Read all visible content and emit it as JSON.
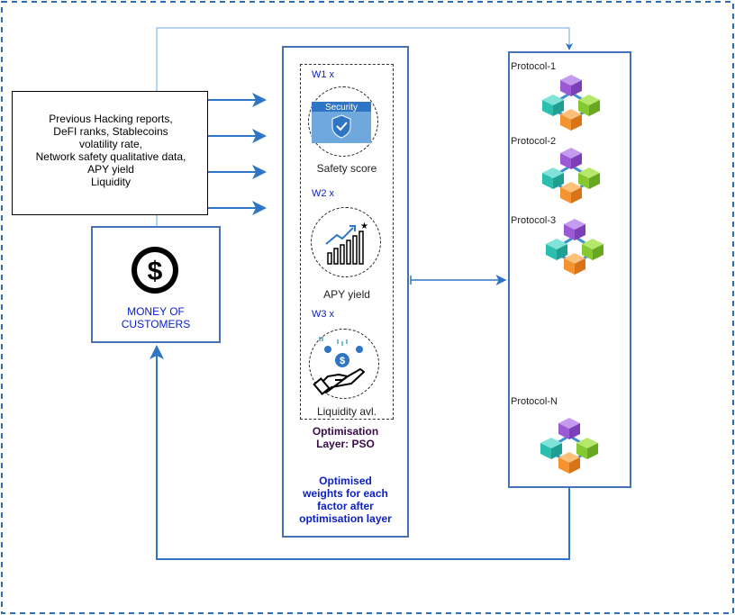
{
  "inputs": {
    "lines": [
      "Previous Hacking reports,",
      "DeFI ranks, Stablecoins",
      "volatility rate,",
      "Network safety qualitative data,",
      "APY yield",
      "Liquidity"
    ]
  },
  "money": {
    "icon": "dollar-coin-icon",
    "line1": "MONEY OF",
    "line2": "CUSTOMERS"
  },
  "optimisation": {
    "factors": [
      {
        "weight": "W1 x",
        "label": "Safety score",
        "icon": "security-shield-icon",
        "badge": "Security"
      },
      {
        "weight": "W2 x",
        "label": "APY yield",
        "icon": "growth-chart-icon"
      },
      {
        "weight": "W3 x",
        "label": "Liquidity avl.",
        "icon": "hand-coin-icon"
      }
    ],
    "title_line1": "Optimisation",
    "title_line2": "Layer: PSO",
    "note_lines": [
      "Optimised",
      "weights for each",
      "factor after",
      "optimisation layer"
    ]
  },
  "protocols": {
    "items": [
      {
        "label": "Protocol-1"
      },
      {
        "label": "Protocol-2"
      },
      {
        "label": "Protocol-3"
      },
      {
        "label": "Protocol-N"
      }
    ],
    "icon": "blockchain-cubes-icon"
  },
  "colors": {
    "frame": "#2f6db5",
    "arrow": "#2f75c6",
    "box_border": "#4472b8",
    "text_blue": "#0b20c8",
    "text_purple": "#3a0a4a"
  }
}
